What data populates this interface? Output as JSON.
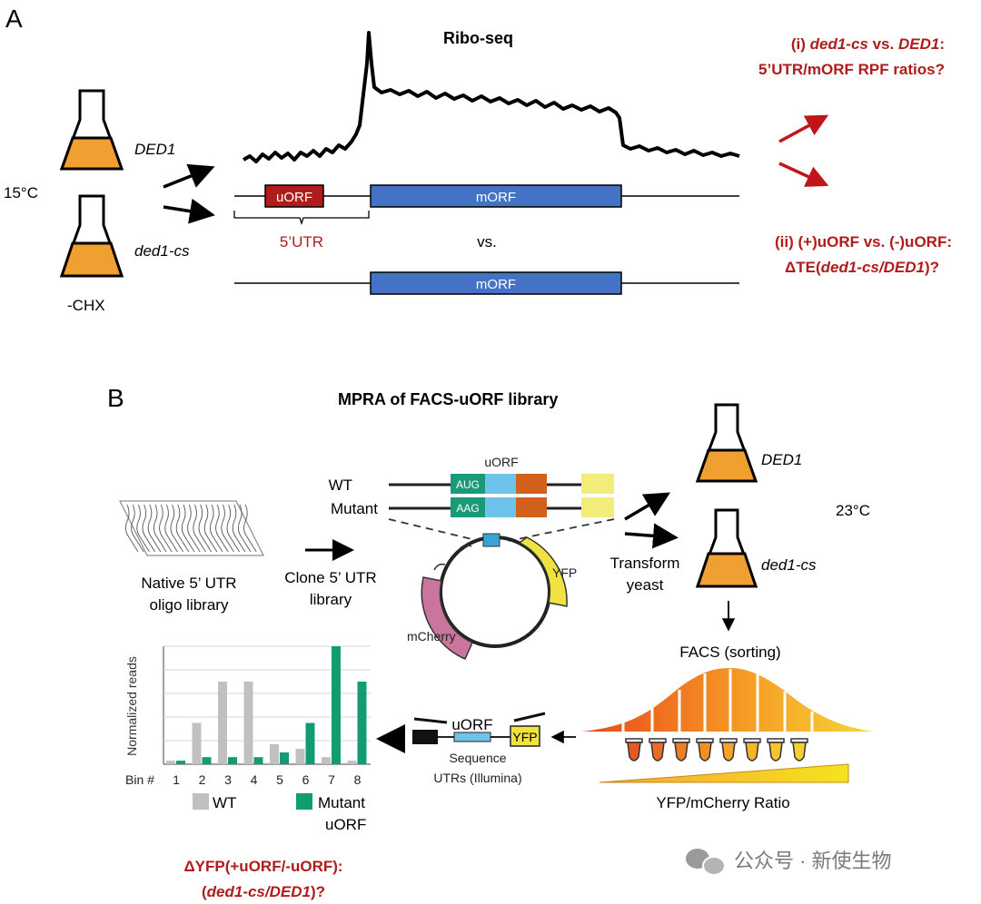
{
  "panelA": {
    "label": "A",
    "title": "Ribo-seq",
    "temp": "15°C",
    "strain_wt": "DED1",
    "strain_cs": "ded1-cs",
    "treatment": "-CHX",
    "uorf": "uORF",
    "morf": "mORF",
    "utr": "5’UTR",
    "vs": "vs.",
    "q1_line1_pre": "(i) ",
    "q1_line1_cs": "ded1-cs",
    "q1_line1_mid": " vs. ",
    "q1_line1_wt": "DED1",
    "q1_line1_end": ":",
    "q1_line2": "5’UTR/mORF RPF ratios?",
    "q2_line1": "(ii) (+)uORF vs. (-)uORF:",
    "q2_line2_pre": "ΔTE(",
    "q2_line2_it": "ded1-cs/DED1",
    "q2_line2_end": ")?",
    "colors": {
      "uorf": "#b01c1c",
      "morf": "#4472c4",
      "flask": "#f0a030",
      "arrow_red": "#c0151b"
    }
  },
  "panelB": {
    "label": "B",
    "title": "MPRA of FACS-uORF library",
    "lib_line1": "Native 5’ UTR",
    "lib_line2": "oligo library",
    "clone_line1": "Clone 5’ UTR",
    "clone_line2": "library",
    "uorf": "uORF",
    "wt": "WT",
    "mutant": "Mutant",
    "aug": "AUG",
    "aag": "AAG",
    "yfp": "YFP",
    "mcherry": "mCherry",
    "transform_line1": "Transform",
    "transform_line2": "yeast",
    "strain_wt": "DED1",
    "strain_cs": "ded1-cs",
    "temp": "23°C",
    "facs": "FACS (sorting)",
    "ratio": "YFP/mCherry Ratio",
    "seq_uorf": "uORF",
    "seq_yfp": "YFP",
    "seq_line1": "Sequence",
    "seq_line2": "UTRs (Illumina)",
    "question_line1": "ΔYFP(+uORF/-uORF):",
    "question_line2_pre": "(",
    "question_line2_it": "ded1-cs/DED1",
    "question_line2_end": ")?",
    "watermark": "公众号 · 新使生物"
  },
  "chart_data": {
    "type": "bar",
    "ylabel": "Normalized reads",
    "xlabel": "Bin #",
    "categories": [
      "1",
      "2",
      "3",
      "4",
      "5",
      "6",
      "7",
      "8"
    ],
    "series": [
      {
        "name": "WT",
        "color": "#c0c0c0",
        "values": [
          0.03,
          0.35,
          0.7,
          0.7,
          0.17,
          0.13,
          0.06,
          0.03
        ]
      },
      {
        "name": "Mutant uORF",
        "color": "#119c74",
        "values": [
          0.03,
          0.06,
          0.06,
          0.06,
          0.1,
          0.35,
          1.0,
          0.7
        ]
      }
    ],
    "legend_wt": "WT",
    "legend_mut_line1": "Mutant",
    "legend_mut_line2": "uORF",
    "ylim": [
      0,
      1.0
    ]
  }
}
